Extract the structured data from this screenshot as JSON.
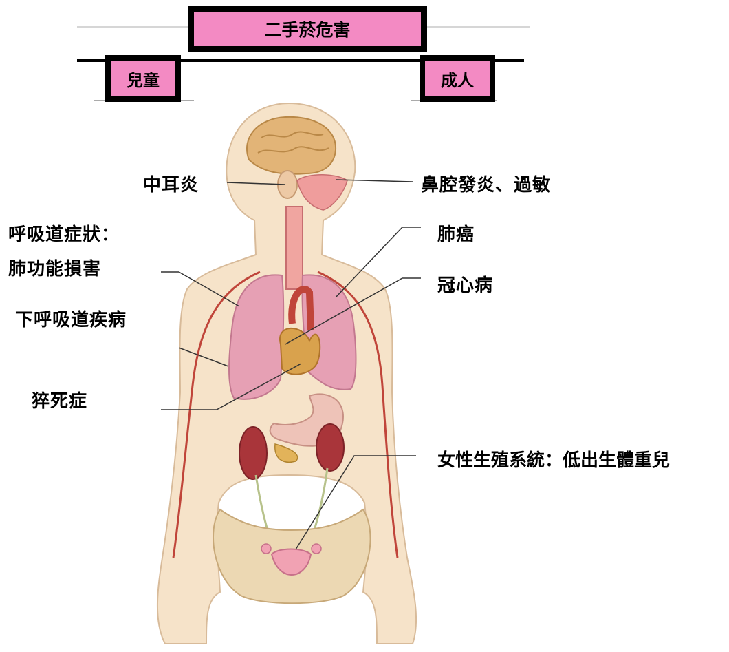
{
  "title": "二手菸危害",
  "groups": {
    "children": "兒童",
    "adults": "成人"
  },
  "labels": {
    "middle_ear": "中耳炎",
    "nasal": "鼻腔發炎、過敏",
    "respiratory_symptoms": "呼吸道症狀：",
    "lung_function": "肺功能損害",
    "lower_respiratory": "下呼吸道疾病",
    "sids": "猝死症",
    "lung_cancer": "肺癌",
    "heart_disease": "冠心病",
    "female_reproductive": "女性生殖系統：低出生體重兒"
  },
  "colors": {
    "box_fill": "#f38ac3",
    "skin": "#f6e3c9",
    "lung": "#e6a0b4",
    "brain": "#e2b477",
    "artery": "#c0453a",
    "kidney": "#a9353a"
  }
}
